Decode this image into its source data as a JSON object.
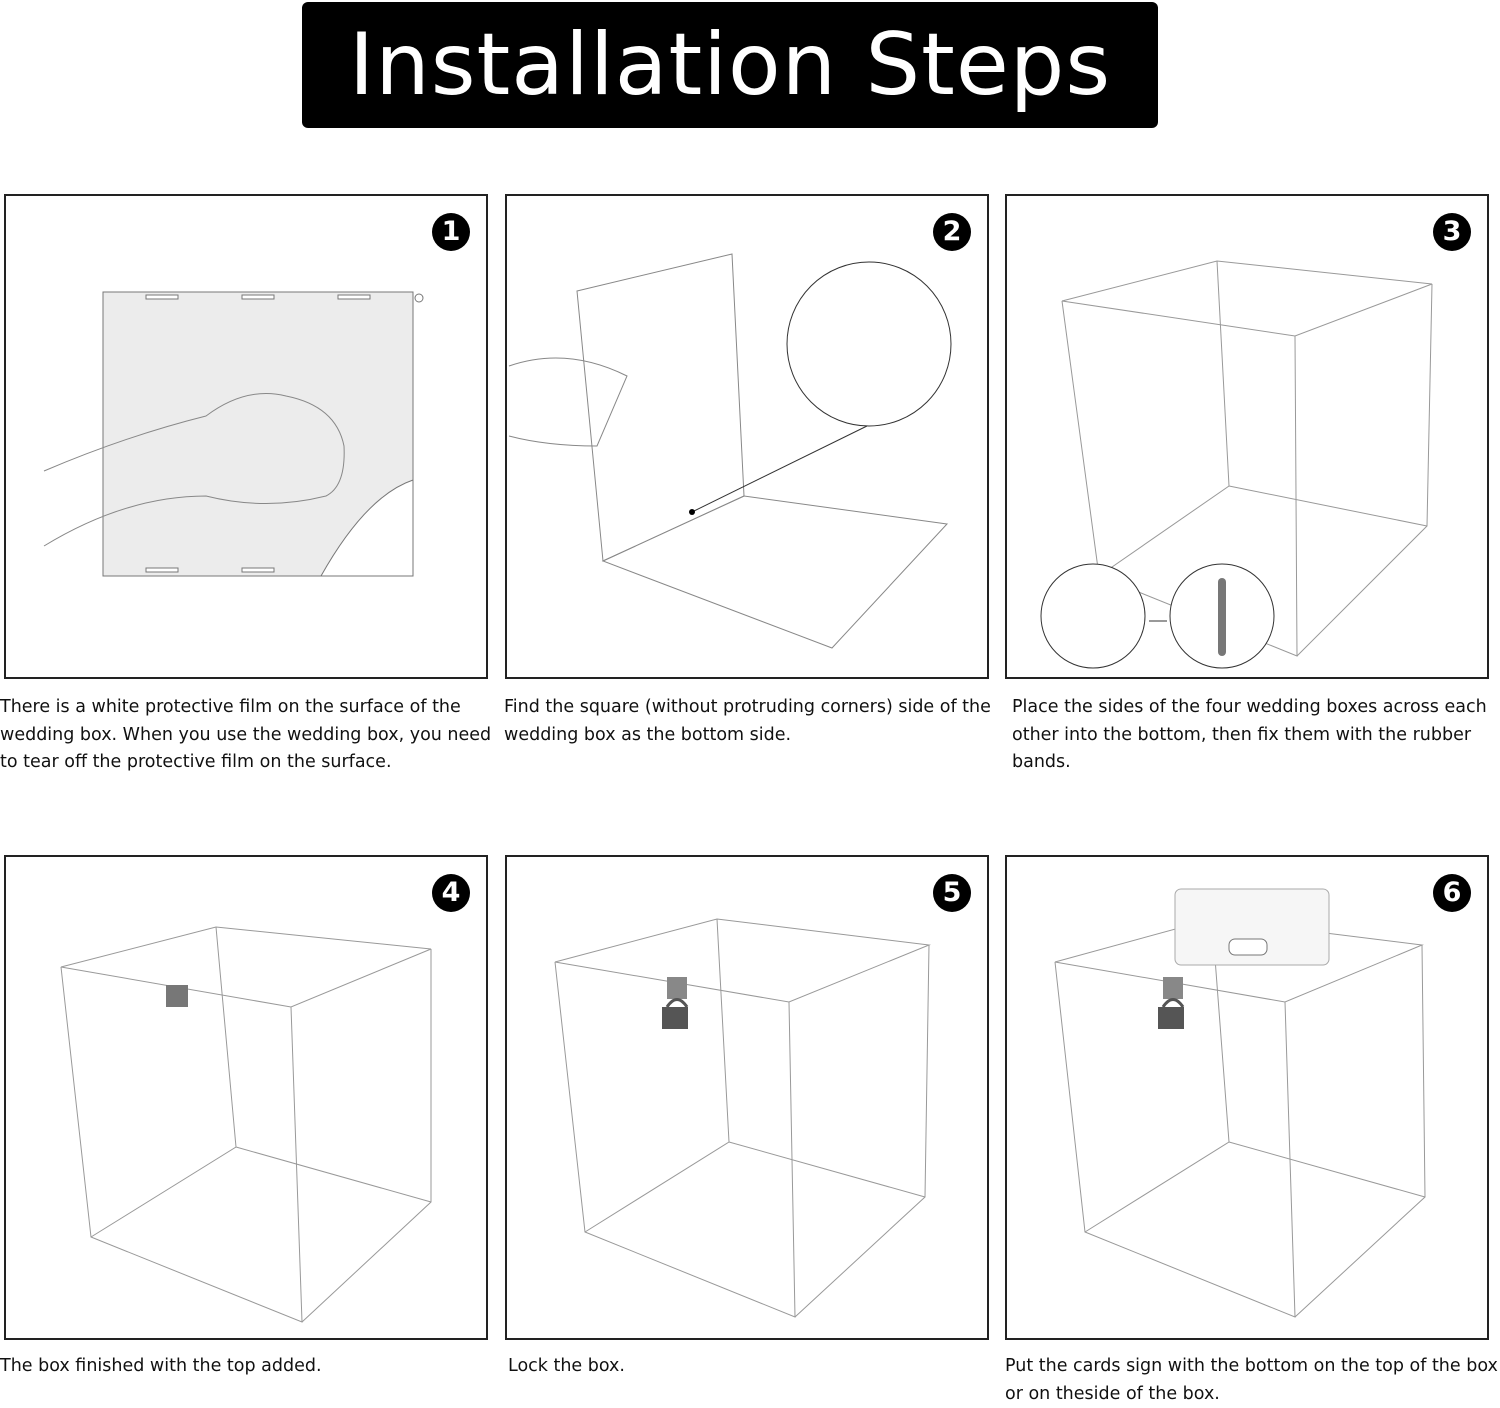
{
  "title": "Installation Steps",
  "steps": [
    {
      "number": "1",
      "caption": "There is a white protective film on the surface of the wedding box. When you use the wedding box, you need to tear off the protective film on the surface."
    },
    {
      "number": "2",
      "caption": "Find the square (without protruding corners) side of the wedding box as the bottom side."
    },
    {
      "number": "3",
      "caption": "Place the sides of the four wedding boxes across each other into the bottom, then fix them with the rubber bands."
    },
    {
      "number": "4",
      "caption": "The box finished with the top added."
    },
    {
      "number": "5",
      "caption": "Lock the box."
    },
    {
      "number": "6",
      "caption": "Put the cards sign with the bottom on the top of the box or on theside of the box."
    }
  ]
}
